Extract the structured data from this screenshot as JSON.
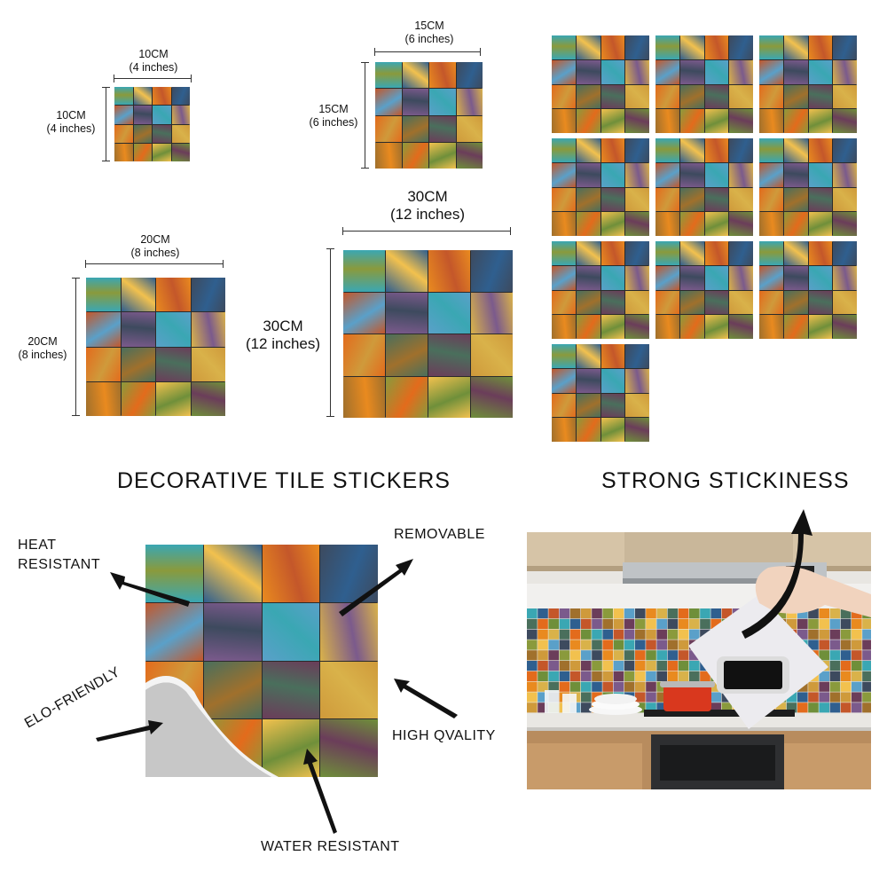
{
  "sizes": [
    {
      "width_cm": "10CM",
      "width_in": "(4 inches)",
      "height_cm": "10CM",
      "height_in": "(4 inches)"
    },
    {
      "width_cm": "15CM",
      "width_in": "(6 inches)",
      "height_cm": "15CM",
      "height_in": "(6 inches)"
    },
    {
      "width_cm": "20CM",
      "width_in": "(8 inches)",
      "height_cm": "20CM",
      "height_in": "(8 inches)"
    },
    {
      "width_cm": "30CM",
      "width_in": "(12 inches)",
      "height_cm": "30CM",
      "height_in": "(12 inches)"
    }
  ],
  "pack_count": 10,
  "headings": {
    "decorative": "DECORATIVE TILE STICKERS",
    "stickiness": "STRONG STICKINESS"
  },
  "features": {
    "heat_line1": "HEAT",
    "heat_line2": "RESISTANT",
    "removable": "REMOVABLE",
    "eco": "ELO-FRIENDLY",
    "quality": "HIGH QVALITY",
    "water": "WATER RESISTANT"
  },
  "palette": [
    "#3aa7b3",
    "#e98a1f",
    "#6b3d5a",
    "#2f5f8f",
    "#d9b24a",
    "#8a9a3c",
    "#c4572a",
    "#4a6f5c",
    "#f2c14e",
    "#7b5a8c",
    "#e36b1c",
    "#5aa0c9",
    "#a0702c",
    "#6f8f3a",
    "#3d4a5e",
    "#cf9a3b"
  ]
}
